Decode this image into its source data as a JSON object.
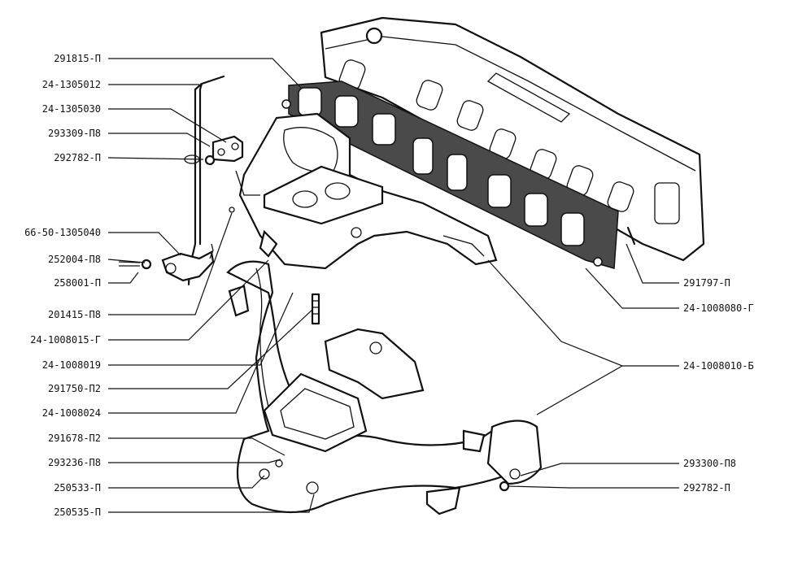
{
  "diagram": {
    "left_callouts": [
      "291815-П",
      "24-1305012",
      "24-1305030",
      "293309-П8",
      "292782-П",
      "66-50-1305040",
      "252004-П8",
      "258001-П",
      "201415-П8",
      "24-1008015-Г",
      "24-1008019",
      "291750-П2",
      "24-1008024",
      "291678-П2",
      "293236-П8",
      "250533-П",
      "250535-П"
    ],
    "right_callouts": [
      "291797-П",
      "24-1008080-Г",
      "24-1008010-Б",
      "293300-П8",
      "292782-П"
    ]
  }
}
